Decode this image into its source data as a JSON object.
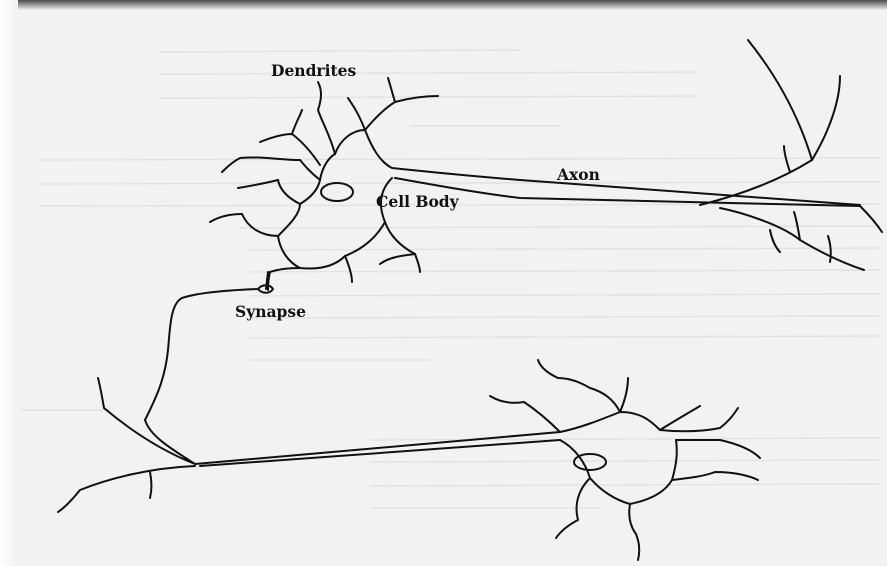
{
  "diagram": {
    "labels": {
      "dendrites": "Dendrites",
      "axon": "Axon",
      "cell_body": "Cell Body",
      "synapse": "Synapse"
    }
  },
  "colors": {
    "ink": "#111111",
    "paper": "#f2f2f0"
  }
}
